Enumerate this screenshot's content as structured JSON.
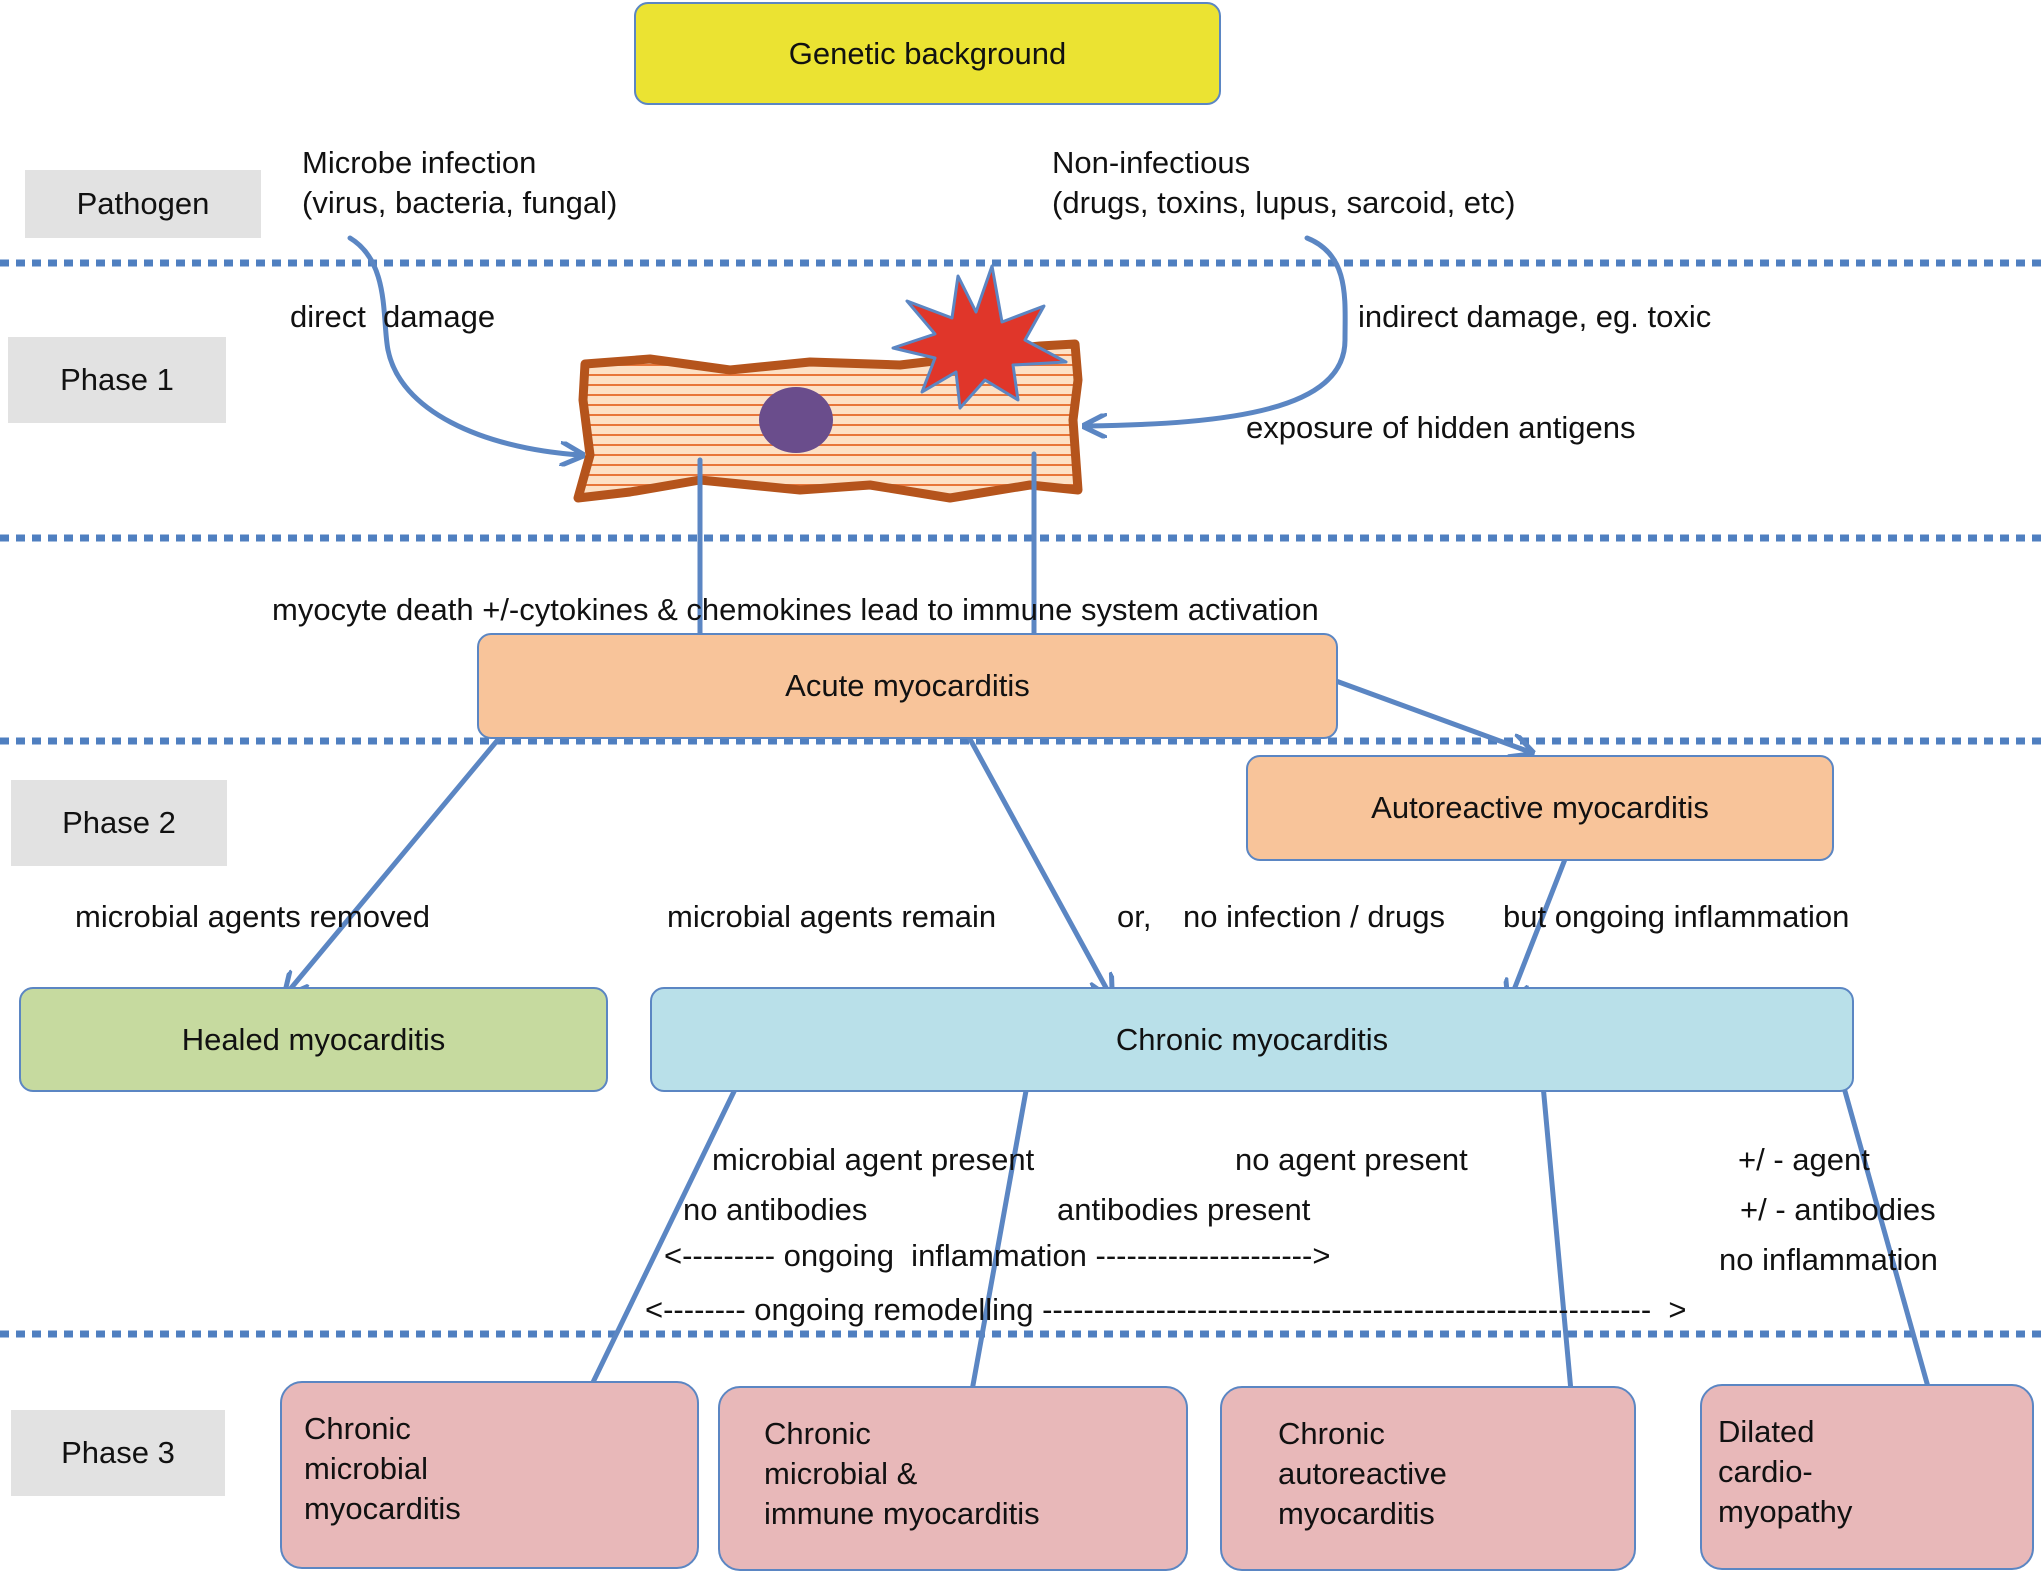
{
  "genetic_background": "Genetic background",
  "phases": {
    "pathogen": "Pathogen",
    "phase1": "Phase 1",
    "phase2": "Phase 2",
    "phase3": "Phase 3"
  },
  "pathogens": {
    "microbe_line1": "Microbe infection",
    "microbe_line2": "(virus, bacteria, fungal)",
    "noninf_line1": "Non-infectious",
    "noninf_line2": "(drugs, toxins, lupus, sarcoid, etc)"
  },
  "phase1_labels": {
    "direct": "direct  damage",
    "indirect": "indirect damage, eg. toxic",
    "hidden": "exposure of hidden antigens",
    "myocyte": "myocyte death +/-cytokines & chemokines lead to immune system activation"
  },
  "boxes": {
    "acute": "Acute myocarditis",
    "autoreactive": "Autoreactive myocarditis",
    "healed": "Healed myocarditis",
    "chronic": "Chronic myocarditis"
  },
  "phase2_labels": {
    "removed": "microbial agents removed",
    "remain": "microbial agents remain",
    "or": "or,",
    "noinfection": "no infection / drugs",
    "ongoing": "but ongoing inflammation"
  },
  "chronic_labels": {
    "agent_present": "microbial agent present",
    "no_antibodies": "no antibodies",
    "no_agent": "no agent present",
    "antibodies_present": "antibodies present",
    "pm_agent": "+/ - agent",
    "pm_antibodies": "+/ - antibodies",
    "no_inflammation": "no inflammation",
    "ongoing_inflammation": "<--------- ongoing  inflammation --------------------->",
    "ongoing_remodelling": "<-------- ongoing remodelling -----------------------------------------------------------  >"
  },
  "outcomes": {
    "o1": [
      "Chronic",
      "microbial",
      "myocarditis"
    ],
    "o2": [
      "Chronic",
      "microbial &",
      "immune myocarditis"
    ],
    "o3": [
      "Chronic",
      "autoreactive",
      "myocarditis"
    ],
    "o4": [
      "Dilated",
      "cardio-",
      "myopathy"
    ]
  },
  "colors": {
    "arrow": "#5b86c3",
    "dotted": "#4f7fc0",
    "yellow": "#ebe332",
    "orange": "#f8c49a",
    "green": "#c6da9f",
    "blue": "#b9e0e9",
    "pink": "#e8b8b9",
    "cell_border": "#b5541c",
    "cell_fill": "#fde1c6",
    "burst": "#e0362a",
    "nucleus": "#6a4d8c"
  }
}
